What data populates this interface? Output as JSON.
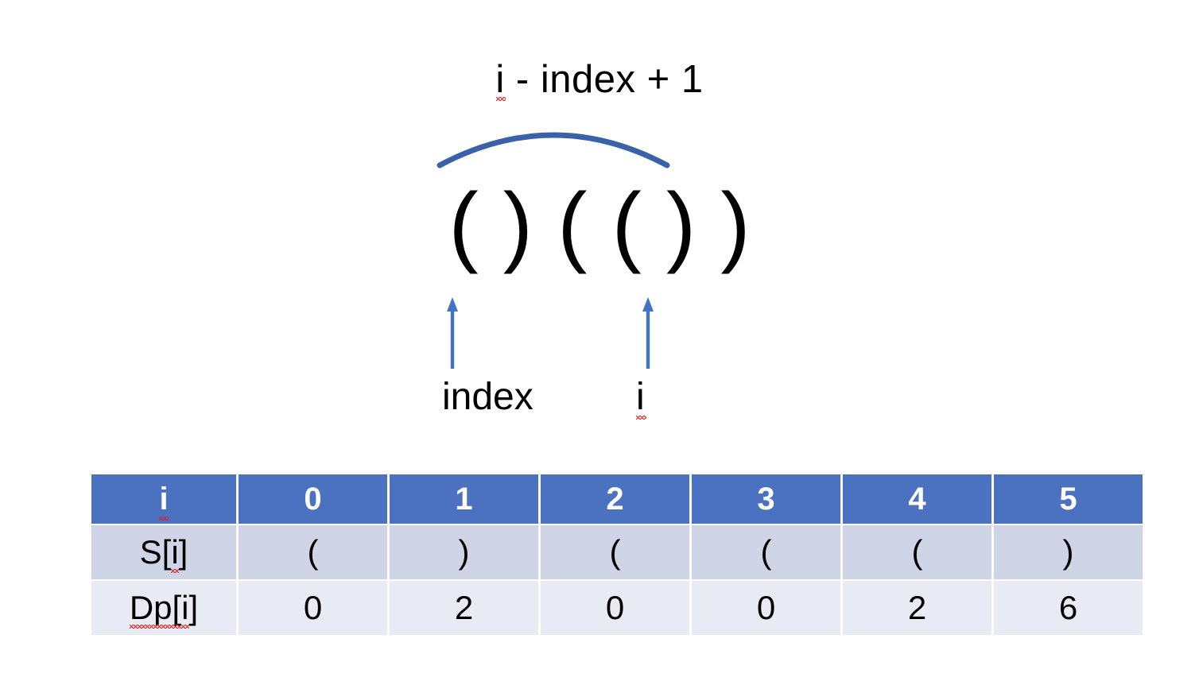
{
  "slide": {
    "background_color": "#FFFFFF",
    "accent_color": "#4472C4",
    "header_fill": "#4A72C0",
    "row_s_fill": "#CFD5E7",
    "row_dp_fill": "#E8EBF4",
    "spell_error_color": "#E02020"
  },
  "formula": {
    "prefix": "i",
    "rest": " - index + 1",
    "full_text": "i - index + 1"
  },
  "sequence": {
    "label": "parenthesis-string",
    "text": "( ) ( ( ) )",
    "characters": [
      "(",
      ")",
      "(",
      "(",
      ")",
      ")"
    ]
  },
  "arc": {
    "name": "span-arc",
    "color": "#3A62A8",
    "meaning": "i - index + 1"
  },
  "pointers": [
    {
      "name": "index",
      "label": "index",
      "target_char_index": 2,
      "arrow_color": "#4472C4",
      "has_spell_error": false
    },
    {
      "name": "i",
      "label": "i",
      "target_char_index": 5,
      "arrow_color": "#4472C4",
      "has_spell_error": true
    }
  ],
  "table": {
    "name": "dp-table",
    "header_row": {
      "row_label": "i",
      "row_label_spell_error": true,
      "columns": [
        "0",
        "1",
        "2",
        "3",
        "4",
        "5"
      ]
    },
    "rows": [
      {
        "name": "row-s",
        "label_prefix": "S[",
        "label_index": "i",
        "label_suffix": "]",
        "label": "S[i]",
        "values": [
          "(",
          ")",
          "(",
          "(",
          "(",
          ")"
        ]
      },
      {
        "name": "row-dp",
        "label_prefix": "Dp[",
        "label_index": "i",
        "label_suffix": "]",
        "label": "Dp[i]",
        "values": [
          "0",
          "2",
          "0",
          "0",
          "2",
          "6"
        ]
      }
    ]
  }
}
